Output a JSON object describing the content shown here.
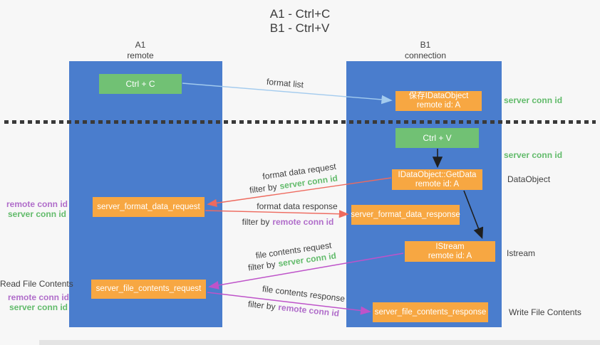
{
  "title": {
    "line1": "A1 - Ctrl+C",
    "line2": "B1 - Ctrl+V"
  },
  "columns": {
    "left": {
      "id": "A1",
      "name": "remote"
    },
    "right": {
      "id": "B1",
      "name": "connection"
    }
  },
  "nodes": {
    "ctrl_c": "Ctrl + C",
    "save_dataobject": {
      "line1": "保存IDataObject",
      "line2": "remote id: A"
    },
    "ctrl_v": "Ctrl + V",
    "getdata": {
      "line1": "IDataObject::GetData",
      "line2": "remote id: A"
    },
    "format_request": "server_format_data_request",
    "format_response": "server_format_data_response",
    "istream": {
      "line1": "IStream",
      "line2": "remote id: A"
    },
    "file_request": "server_file_contents_request",
    "file_response": "server_file_contents_response"
  },
  "labels": {
    "format_list": "format list",
    "format_data_request": "format data request",
    "format_data_response": "format data response",
    "file_contents_request": "file contents request",
    "file_contents_response": "file contents response",
    "filter_by": "filter by",
    "server_conn_id": "server conn id",
    "remote_conn_id": "remote conn id",
    "read_file_contents": "Read File Contents",
    "write_file_contents": "Write File Contents",
    "dataobject": "DataObject",
    "istream_side": "Istream"
  },
  "colors": {
    "column_blue": "#4a7dcd",
    "node_green": "#71c174",
    "node_orange": "#f7a742",
    "arrow_red": "#ee6a5e",
    "arrow_magenta": "#be53c9",
    "arrow_light_blue": "#a3cbee",
    "arrow_black": "#1f1f1f",
    "text_green": "#62bb6b",
    "text_purple": "#b06dca",
    "text_dark": "#3f3f3f",
    "background": "#f7f7f7"
  }
}
